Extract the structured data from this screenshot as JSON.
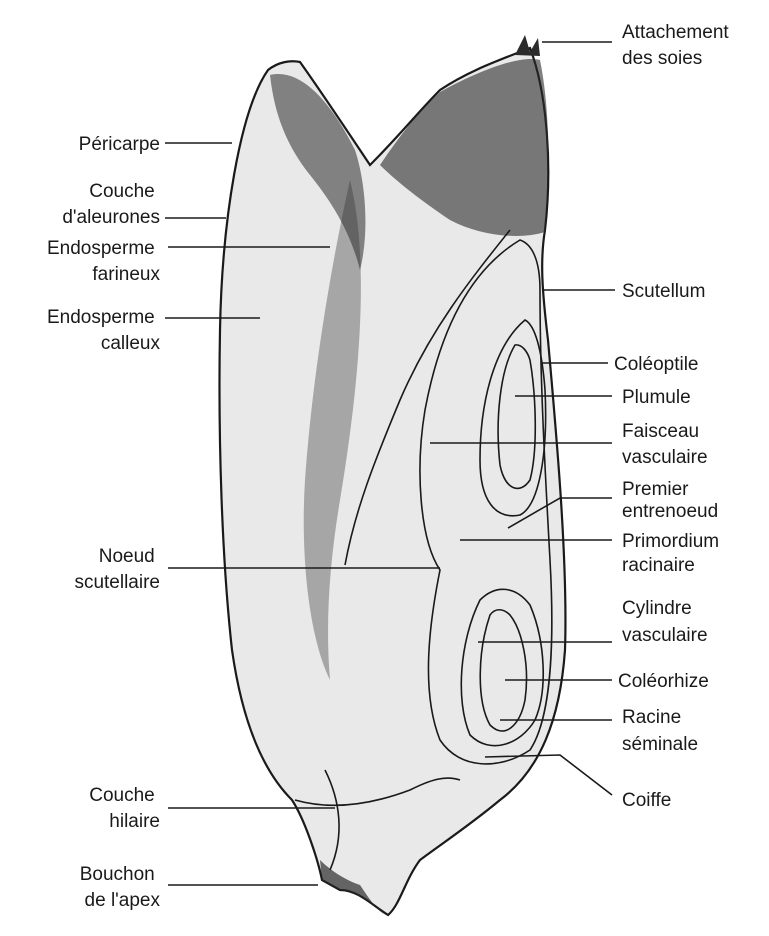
{
  "labels": {
    "attachement": [
      "Attachement",
      "des soies"
    ],
    "pericarpe": [
      "Péricarpe"
    ],
    "couche_aleurones": [
      "Couche",
      "d'aleurones"
    ],
    "endosperme_farineux": [
      "Endosperme",
      "farineux"
    ],
    "endosperme_calleux": [
      "Endosperme",
      "calleux"
    ],
    "scutellum": [
      "Scutellum"
    ],
    "coleoptile": [
      "Coléoptile"
    ],
    "plumule": [
      "Plumule"
    ],
    "faisceau": [
      "Faisceau",
      "vasculaire"
    ],
    "premier": [
      "Premier",
      "entrenoeud"
    ],
    "primordium": [
      "Primordium",
      "racinaire"
    ],
    "noeud": [
      "Noeud",
      "scutellaire"
    ],
    "cylindre": [
      "Cylindre",
      "vasculaire"
    ],
    "coleorhize": [
      "Coléorhize"
    ],
    "racine": [
      "Racine",
      "séminale"
    ],
    "coiffe": [
      "Coiffe"
    ],
    "couche_hilaire": [
      "Couche",
      "hilaire"
    ],
    "bouchon": [
      "Bouchon",
      "de l'apex"
    ]
  }
}
